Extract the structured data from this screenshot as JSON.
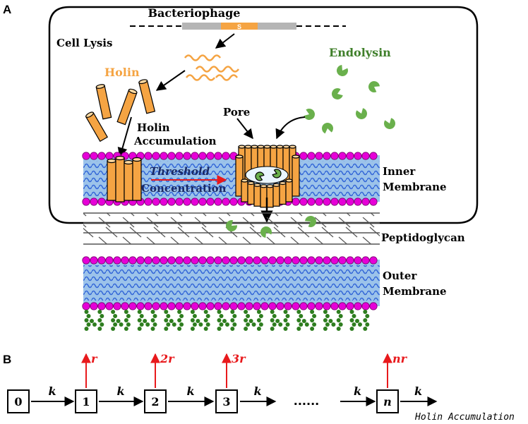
{
  "panel_a": {
    "label": "A",
    "bacteriophage": "Bacteriophage",
    "gene_label": "S",
    "cell_lysis": "Cell Lysis",
    "holin": "Holin",
    "endolysin": "Endolysin",
    "pore": "Pore",
    "holin_accumulation_1": "Holin",
    "holin_accumulation_2": "Accumulation",
    "threshold_1": "Threshold",
    "threshold_2": "Concentration",
    "inner_membrane_1": "Inner",
    "inner_membrane_2": "Membrane",
    "peptidoglycan": "Peptidoglycan",
    "outer_membrane_1": "Outer",
    "outer_membrane_2": "Membrane"
  },
  "panel_b": {
    "label": "B",
    "states": [
      "0",
      "1",
      "2",
      "3",
      "n"
    ],
    "rate_k": "k",
    "rates_r": [
      "r",
      "2r",
      "3r",
      "nr"
    ],
    "ellipsis": "......",
    "end_label": "Holin Accumulation"
  },
  "colors": {
    "holin": "#f5a443",
    "endolysin": "#6ab04c",
    "lipid_head": "#e600d8",
    "membrane_fill": "#9cc3ea",
    "lipid_tail": "#2b5fd6",
    "red_arrow": "#e8191c",
    "lps": "#2e7d1f",
    "endolysin_text": "#3f7f2a"
  }
}
